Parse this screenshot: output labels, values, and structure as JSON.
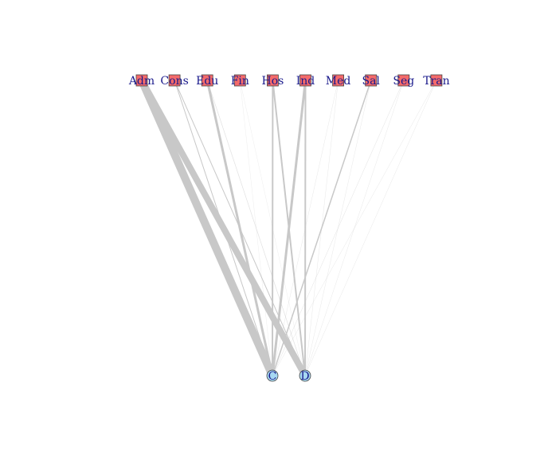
{
  "top_nodes": [
    {
      "id": "adm",
      "label": "Adm",
      "color": "#f46a6a"
    },
    {
      "id": "cons",
      "label": "Cons",
      "color": "#f46a6a"
    },
    {
      "id": "edu",
      "label": "Edu",
      "color": "#f46a6a"
    },
    {
      "id": "fin",
      "label": "Fin",
      "color": "#f46a6a"
    },
    {
      "id": "hos",
      "label": "Hos",
      "color": "#f46a6a"
    },
    {
      "id": "ind",
      "label": "Ind",
      "color": "#f46a6a"
    },
    {
      "id": "med",
      "label": "Med",
      "color": "#f46a6a"
    },
    {
      "id": "sal",
      "label": "Sal",
      "color": "#f46a6a"
    },
    {
      "id": "seg",
      "label": "Seg",
      "color": "#f46a6a"
    },
    {
      "id": "tran",
      "label": "Tran",
      "color": "#f46a6a"
    }
  ],
  "bottom_nodes": [
    {
      "id": "c",
      "label": "C",
      "color": "#a6d8f2"
    },
    {
      "id": "d",
      "label": "D",
      "color": "#a6d8f2"
    }
  ],
  "edges": [
    {
      "from": "adm",
      "to": "c",
      "weight": 10
    },
    {
      "from": "adm",
      "to": "d",
      "weight": 8
    },
    {
      "from": "cons",
      "to": "c",
      "weight": 1
    },
    {
      "from": "cons",
      "to": "d",
      "weight": 1
    },
    {
      "from": "edu",
      "to": "c",
      "weight": 3
    },
    {
      "from": "edu",
      "to": "d",
      "weight": 0.7
    },
    {
      "from": "fin",
      "to": "c",
      "weight": 0.3
    },
    {
      "from": "fin",
      "to": "d",
      "weight": 0.3
    },
    {
      "from": "hos",
      "to": "c",
      "weight": 2
    },
    {
      "from": "hos",
      "to": "d",
      "weight": 2
    },
    {
      "from": "ind",
      "to": "c",
      "weight": 3
    },
    {
      "from": "ind",
      "to": "d",
      "weight": 2
    },
    {
      "from": "med",
      "to": "c",
      "weight": 0.4
    },
    {
      "from": "med",
      "to": "d",
      "weight": 0.4
    },
    {
      "from": "sal",
      "to": "c",
      "weight": 1.5
    },
    {
      "from": "sal",
      "to": "d",
      "weight": 0.4
    },
    {
      "from": "seg",
      "to": "c",
      "weight": 0.5
    },
    {
      "from": "seg",
      "to": "d",
      "weight": 0.4
    },
    {
      "from": "tran",
      "to": "c",
      "weight": 0.4
    },
    {
      "from": "tran",
      "to": "d",
      "weight": 0.4
    }
  ],
  "edge_color": "#c8c8c8"
}
